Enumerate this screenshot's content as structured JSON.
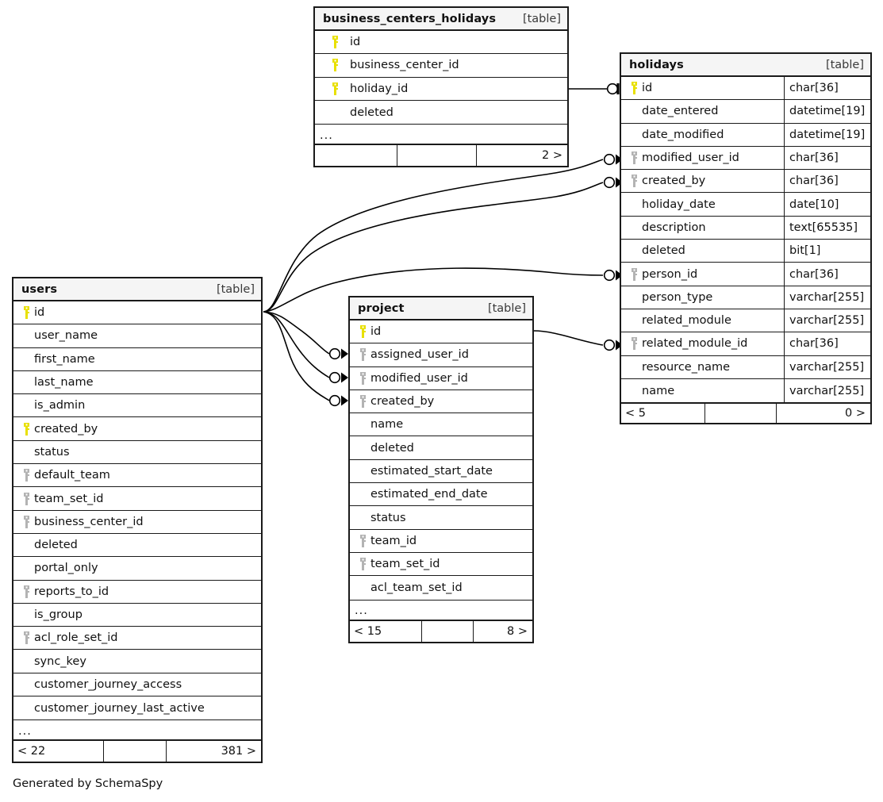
{
  "diagram": {
    "kind": "database-relationships-erd",
    "credit": "Generated by SchemaSpy",
    "table_tag": "[table]",
    "ellipsis": "...",
    "colors": {
      "primary_key_icon": "#e8e000",
      "foreign_key_icon": "#b3b3b3",
      "border": "#1a1a1a",
      "header_fill": "#f5f5f5",
      "canvas": "#ffffff",
      "edge": "#000000"
    }
  },
  "tables": {
    "business_centers_holidays": {
      "name": "business_centers_holidays",
      "tag": "[table]",
      "columns": [
        {
          "key": "primary",
          "name": "id",
          "type": ""
        },
        {
          "key": "primary",
          "name": "business_center_id",
          "type": ""
        },
        {
          "key": "primary",
          "name": "holiday_id",
          "type": ""
        },
        {
          "key": "none",
          "name": "deleted",
          "type": ""
        }
      ],
      "more": "...",
      "footer": {
        "left": "",
        "mid": "",
        "right": "2 >"
      }
    },
    "holidays": {
      "name": "holidays",
      "tag": "[table]",
      "columns": [
        {
          "key": "primary",
          "name": "id",
          "type": "char[36]"
        },
        {
          "key": "none",
          "name": "date_entered",
          "type": "datetime[19]"
        },
        {
          "key": "none",
          "name": "date_modified",
          "type": "datetime[19]"
        },
        {
          "key": "foreign",
          "name": "modified_user_id",
          "type": "char[36]"
        },
        {
          "key": "foreign",
          "name": "created_by",
          "type": "char[36]"
        },
        {
          "key": "none",
          "name": "holiday_date",
          "type": "date[10]"
        },
        {
          "key": "none",
          "name": "description",
          "type": "text[65535]"
        },
        {
          "key": "none",
          "name": "deleted",
          "type": "bit[1]"
        },
        {
          "key": "foreign",
          "name": "person_id",
          "type": "char[36]"
        },
        {
          "key": "none",
          "name": "person_type",
          "type": "varchar[255]"
        },
        {
          "key": "none",
          "name": "related_module",
          "type": "varchar[255]"
        },
        {
          "key": "foreign",
          "name": "related_module_id",
          "type": "char[36]"
        },
        {
          "key": "none",
          "name": "resource_name",
          "type": "varchar[255]"
        },
        {
          "key": "none",
          "name": "name",
          "type": "varchar[255]"
        }
      ],
      "more": null,
      "footer": {
        "left": "< 5",
        "mid": "",
        "right": "0 >"
      }
    },
    "users": {
      "name": "users",
      "tag": "[table]",
      "columns": [
        {
          "key": "primary",
          "name": "id",
          "type": ""
        },
        {
          "key": "none",
          "name": "user_name",
          "type": ""
        },
        {
          "key": "none",
          "name": "first_name",
          "type": ""
        },
        {
          "key": "none",
          "name": "last_name",
          "type": ""
        },
        {
          "key": "none",
          "name": "is_admin",
          "type": ""
        },
        {
          "key": "primary",
          "name": "created_by",
          "type": ""
        },
        {
          "key": "none",
          "name": "status",
          "type": ""
        },
        {
          "key": "foreign",
          "name": "default_team",
          "type": ""
        },
        {
          "key": "foreign",
          "name": "team_set_id",
          "type": ""
        },
        {
          "key": "foreign",
          "name": "business_center_id",
          "type": ""
        },
        {
          "key": "none",
          "name": "deleted",
          "type": ""
        },
        {
          "key": "none",
          "name": "portal_only",
          "type": ""
        },
        {
          "key": "foreign",
          "name": "reports_to_id",
          "type": ""
        },
        {
          "key": "none",
          "name": "is_group",
          "type": ""
        },
        {
          "key": "foreign",
          "name": "acl_role_set_id",
          "type": ""
        },
        {
          "key": "none",
          "name": "sync_key",
          "type": ""
        },
        {
          "key": "none",
          "name": "customer_journey_access",
          "type": ""
        },
        {
          "key": "none",
          "name": "customer_journey_last_active",
          "type": ""
        }
      ],
      "more": "...",
      "footer": {
        "left": "< 22",
        "mid": "",
        "right": "381 >"
      }
    },
    "project": {
      "name": "project",
      "tag": "[table]",
      "columns": [
        {
          "key": "primary",
          "name": "id",
          "type": ""
        },
        {
          "key": "foreign",
          "name": "assigned_user_id",
          "type": ""
        },
        {
          "key": "foreign",
          "name": "modified_user_id",
          "type": ""
        },
        {
          "key": "foreign",
          "name": "created_by",
          "type": ""
        },
        {
          "key": "none",
          "name": "name",
          "type": ""
        },
        {
          "key": "none",
          "name": "deleted",
          "type": ""
        },
        {
          "key": "none",
          "name": "estimated_start_date",
          "type": ""
        },
        {
          "key": "none",
          "name": "estimated_end_date",
          "type": ""
        },
        {
          "key": "none",
          "name": "status",
          "type": ""
        },
        {
          "key": "foreign",
          "name": "team_id",
          "type": ""
        },
        {
          "key": "foreign",
          "name": "team_set_id",
          "type": ""
        },
        {
          "key": "none",
          "name": "acl_team_set_id",
          "type": ""
        }
      ],
      "more": "...",
      "footer": {
        "left": "< 15",
        "mid": "",
        "right": "8 >"
      }
    }
  },
  "relationships": [
    {
      "from_table": "business_centers_holidays",
      "from_column": "holiday_id",
      "to_table": "holidays",
      "to_column": "id",
      "to_marker": "one"
    },
    {
      "from_table": "users",
      "from_column": "id",
      "to_table": "holidays",
      "to_column": "modified_user_id",
      "to_marker": "crowsfoot-optional"
    },
    {
      "from_table": "users",
      "from_column": "id",
      "to_table": "holidays",
      "to_column": "created_by",
      "to_marker": "crowsfoot-optional"
    },
    {
      "from_table": "users",
      "from_column": "id",
      "to_table": "holidays",
      "to_column": "person_id",
      "to_marker": "crowsfoot-optional"
    },
    {
      "from_table": "users",
      "from_column": "id",
      "to_table": "project",
      "to_column": "assigned_user_id",
      "to_marker": "crowsfoot-optional"
    },
    {
      "from_table": "users",
      "from_column": "id",
      "to_table": "project",
      "to_column": "modified_user_id",
      "to_marker": "crowsfoot-optional"
    },
    {
      "from_table": "users",
      "from_column": "id",
      "to_table": "project",
      "to_column": "created_by",
      "to_marker": "crowsfoot-optional"
    },
    {
      "from_table": "project",
      "from_column": "id",
      "to_table": "holidays",
      "to_column": "related_module_id",
      "to_marker": "crowsfoot-optional"
    }
  ]
}
